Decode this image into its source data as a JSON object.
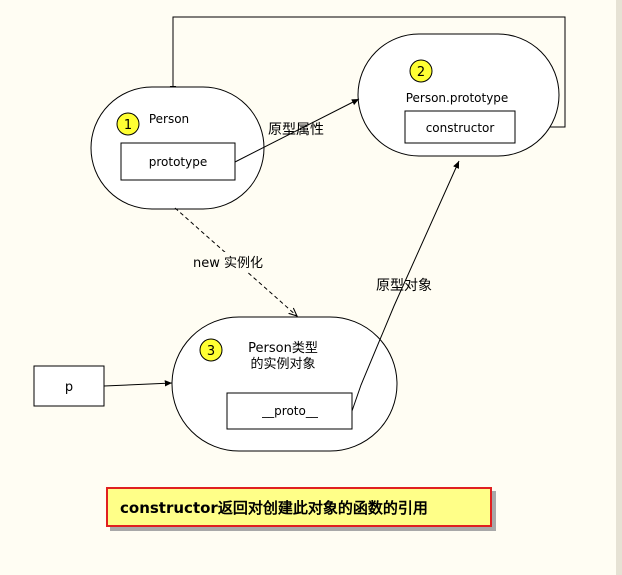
{
  "nodes": {
    "person": {
      "badge": "1",
      "title": "Person",
      "field": "prototype"
    },
    "prototype_obj": {
      "badge": "2",
      "title": "Person.prototype",
      "field": "constructor"
    },
    "instance": {
      "badge": "3",
      "title_line1": "Person类型",
      "title_line2": "的实例对象",
      "field": "__proto__"
    },
    "variable": {
      "label": "p"
    }
  },
  "edges": {
    "prototype_property": "原型属性",
    "instantiation": "new 实例化",
    "prototype_object": "原型对象"
  },
  "note": {
    "text": "constructor返回对创建此对象的函数的引用"
  },
  "colors": {
    "badge_fill": "#ffff33",
    "note_fill": "#ffff88",
    "note_border": "#e02020",
    "background": "#fffdf3"
  }
}
